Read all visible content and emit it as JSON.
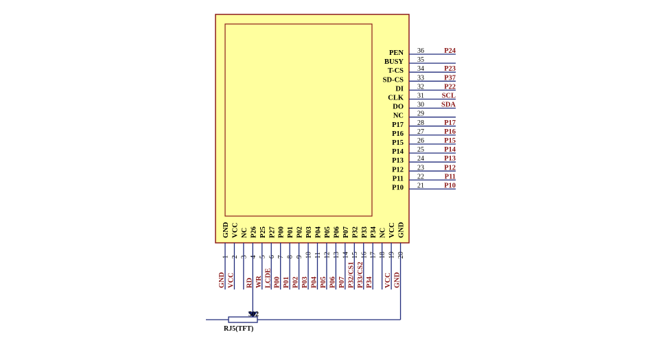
{
  "module": {
    "body_color": "#ffff9e",
    "border_color": "#8b1a1a",
    "screen_color": "#ffff9e"
  },
  "wire_color": "#1f2a7a",
  "net_color": "#8b1a1a",
  "right_pins": [
    {
      "num": "36",
      "name": "PEN",
      "net": "P24"
    },
    {
      "num": "35",
      "name": "BUSY",
      "net": ""
    },
    {
      "num": "34",
      "name": "T-CS",
      "net": "P23"
    },
    {
      "num": "33",
      "name": "SD-CS",
      "net": "P37"
    },
    {
      "num": "32",
      "name": "DI",
      "net": "P22"
    },
    {
      "num": "31",
      "name": "CLK",
      "net": "SCL"
    },
    {
      "num": "30",
      "name": "DO",
      "net": "SDA"
    },
    {
      "num": "29",
      "name": "NC",
      "net": ""
    },
    {
      "num": "28",
      "name": "P17",
      "net": "P17"
    },
    {
      "num": "27",
      "name": "P16",
      "net": "P16"
    },
    {
      "num": "26",
      "name": "P15",
      "net": "P15"
    },
    {
      "num": "25",
      "name": "P14",
      "net": "P14"
    },
    {
      "num": "24",
      "name": "P13",
      "net": "P13"
    },
    {
      "num": "23",
      "name": "P12",
      "net": "P12"
    },
    {
      "num": "22",
      "name": "P11",
      "net": "P11"
    },
    {
      "num": "21",
      "name": "P10",
      "net": "P10"
    }
  ],
  "bottom_pins": [
    {
      "num": "1",
      "name": "GND",
      "net": "GND"
    },
    {
      "num": "2",
      "name": "VCC",
      "net": "VCC"
    },
    {
      "num": "3",
      "name": "NC",
      "net": ""
    },
    {
      "num": "4",
      "name": "P26",
      "net": "RD"
    },
    {
      "num": "5",
      "name": "P25",
      "net": "WR"
    },
    {
      "num": "6",
      "name": "P27",
      "net": "LCDE"
    },
    {
      "num": "7",
      "name": "P00",
      "net": "P00"
    },
    {
      "num": "8",
      "name": "P01",
      "net": "P01"
    },
    {
      "num": "9",
      "name": "P02",
      "net": "P02"
    },
    {
      "num": "10",
      "name": "P03",
      "net": "P03"
    },
    {
      "num": "11",
      "name": "P04",
      "net": "P04"
    },
    {
      "num": "12",
      "name": "P05",
      "net": "P05"
    },
    {
      "num": "13",
      "name": "P06",
      "net": "P06"
    },
    {
      "num": "14",
      "name": "P07",
      "net": "P07"
    },
    {
      "num": "15",
      "name": "P32",
      "net": "P32/CS1"
    },
    {
      "num": "16",
      "name": "P33",
      "net": "P33/CS2"
    },
    {
      "num": "17",
      "name": "P34",
      "net": "P34"
    },
    {
      "num": "18",
      "name": "NC",
      "net": ""
    },
    {
      "num": "19",
      "name": "VCC",
      "net": "VCC"
    },
    {
      "num": "20",
      "name": "GND",
      "net": "GND"
    }
  ],
  "resistor": {
    "value": "502",
    "ref": "RJ5(TFT)"
  }
}
